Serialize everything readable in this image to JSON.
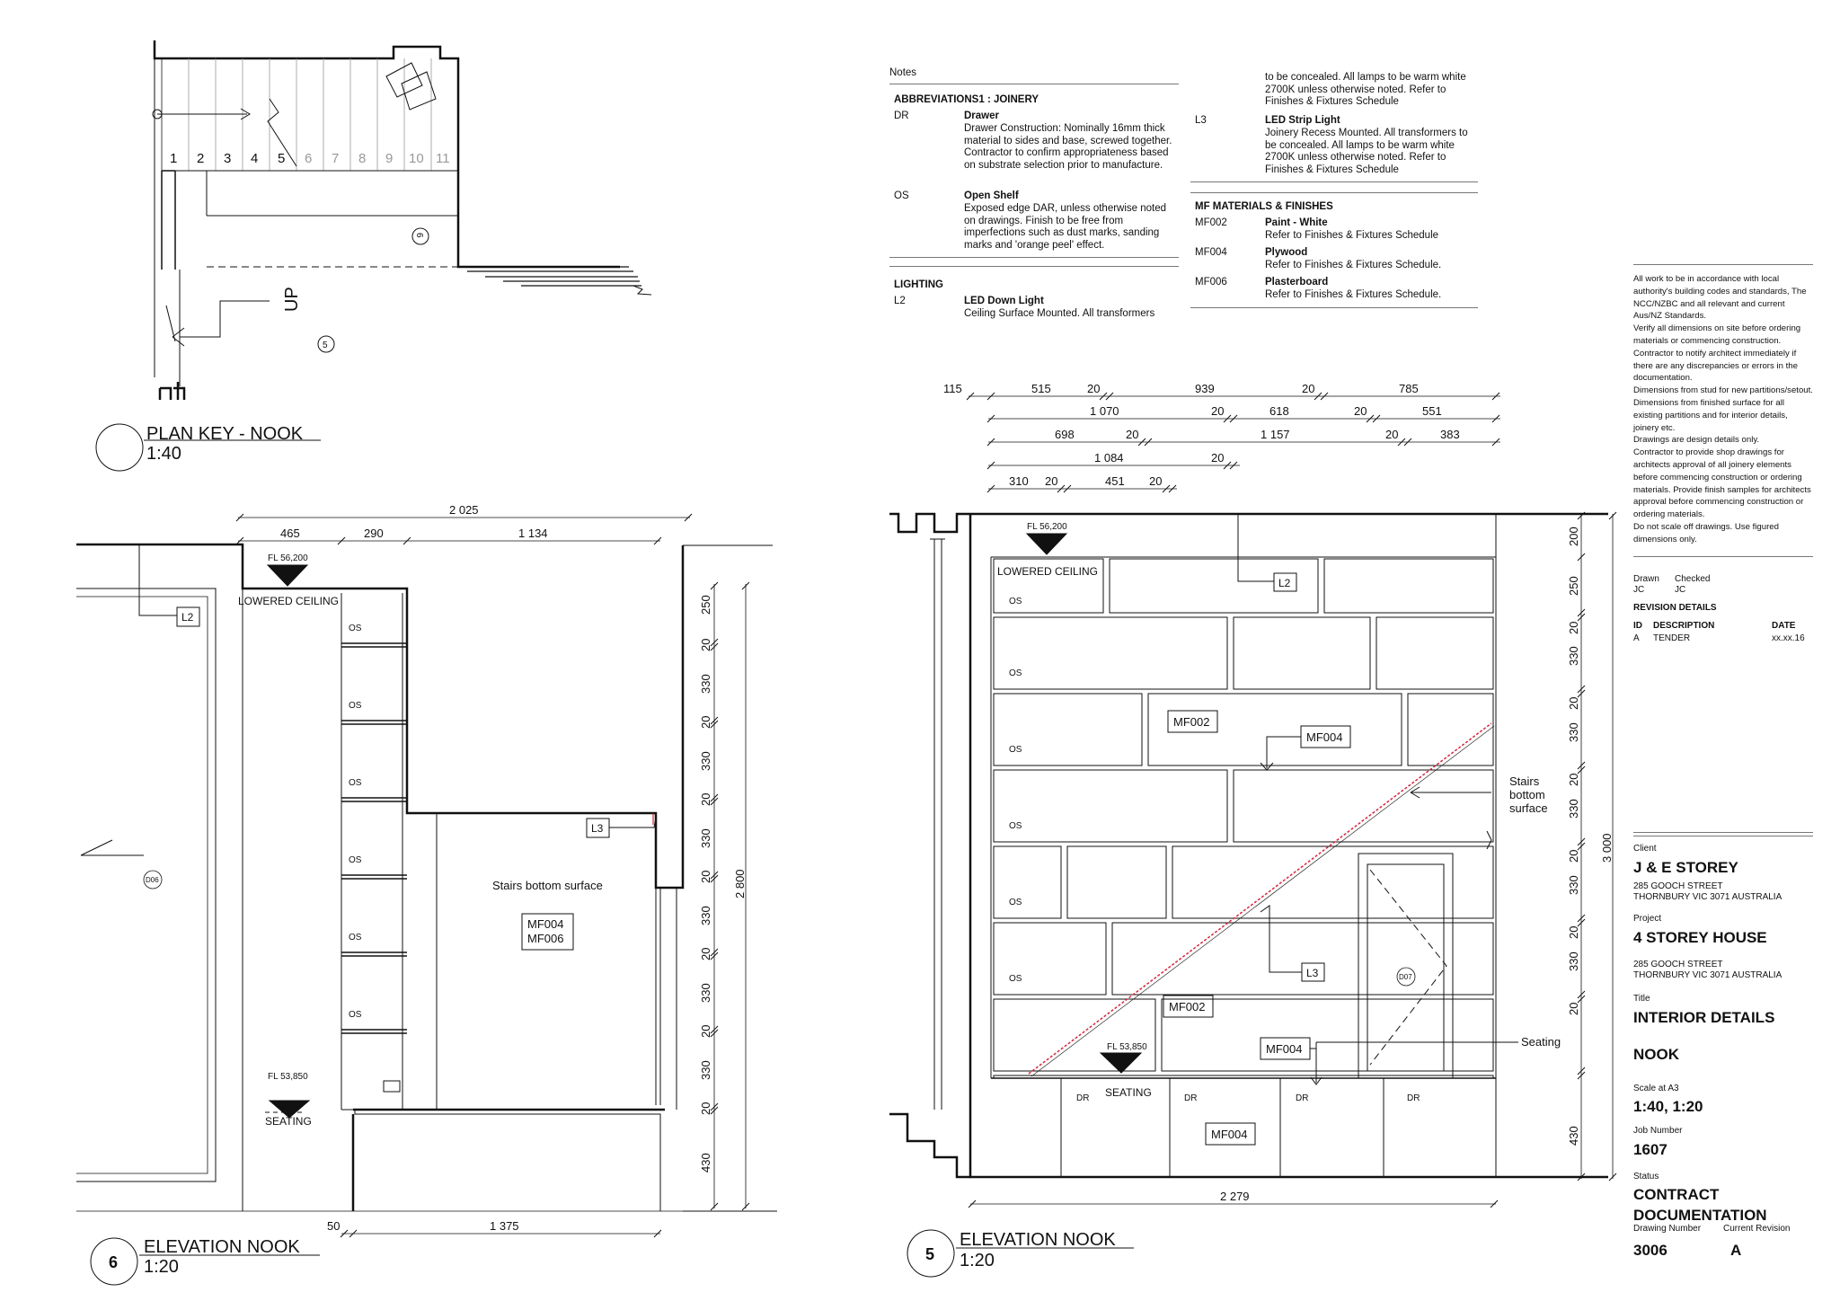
{
  "plan_key": {
    "title": "PLAN   KEY - NOOK",
    "scale": "1:40",
    "up_label": "UP",
    "steps": [
      "1",
      "2",
      "3",
      "4",
      "5",
      "6",
      "7",
      "8",
      "9",
      "10",
      "11"
    ],
    "markers": [
      "6",
      "5"
    ]
  },
  "elevation6": {
    "number": "6",
    "title": "ELEVATION   NOOK",
    "scale": "1:20",
    "dims_top": [
      "2 025",
      "465",
      "290",
      "1 134"
    ],
    "dims_right": [
      "250",
      "20",
      "330",
      "20",
      "330",
      "20",
      "330",
      "20",
      "330",
      "20",
      "330",
      "20",
      "330",
      "20",
      "430"
    ],
    "overall_height": "2 800",
    "dims_bottom": [
      "50",
      "1 375"
    ],
    "fl_top": "FL 56,200",
    "fl_bottom": "FL 53,850",
    "lowered_ceiling": "LOWERED CEILING",
    "seating": "SEATING",
    "os_labels": [
      "OS",
      "OS",
      "OS",
      "OS",
      "OS",
      "OS"
    ],
    "tag_l2": "L2",
    "tag_l3": "L3",
    "door_tag": "D06",
    "stairs_label": "Stairs bottom surface",
    "materials": [
      "MF004",
      "MF006"
    ]
  },
  "elevation5": {
    "number": "5",
    "title": "ELEVATION   NOOK",
    "scale": "1:20",
    "dim_rows": [
      [
        "115",
        "515",
        "20",
        "939",
        "20",
        "785"
      ],
      [
        "1 070",
        "20",
        "618",
        "20",
        "551"
      ],
      [
        "698",
        "20",
        "1 157",
        "20",
        "383"
      ],
      [
        "1 084",
        "20"
      ],
      [
        "310",
        "20",
        "451",
        "20"
      ]
    ],
    "dims_right": [
      "200",
      "250",
      "20",
      "330",
      "20",
      "330",
      "20",
      "330",
      "20",
      "330",
      "20",
      "330",
      "20",
      "430"
    ],
    "overall_height": "3 000",
    "dim_bottom": "2 279",
    "fl_top": "FL 56,200",
    "fl_bottom": "FL 53,850",
    "lowered_ceiling": "LOWERED CEILING",
    "seating": "SEATING",
    "seating_callout": "Seating",
    "os_labels": [
      "OS",
      "OS",
      "OS",
      "OS",
      "OS",
      "OS"
    ],
    "dr_labels": [
      "DR",
      "DR",
      "DR",
      "DR"
    ],
    "tags": {
      "l2": "L2",
      "l3": "L3",
      "mf002_a": "MF002",
      "mf004_a": "MF004",
      "mf002_b": "MF002",
      "mf004_b": "MF004",
      "mf004_c": "MF004"
    },
    "stairs_callout": [
      "Stairs",
      "bottom",
      "surface"
    ],
    "door_tag": "D07"
  },
  "notes": {
    "heading": "Notes",
    "joinery_heading": "ABBREVIATIONS1 : JOINERY",
    "joinery": [
      {
        "code": "DR",
        "title": "Drawer",
        "desc": "Drawer Construction: Nominally 16mm thick material to sides and base, screwed together.  Contractor to confirm appropriateness based on substrate selection prior to manufacture."
      },
      {
        "code": "OS",
        "title": "Open Shelf",
        "desc": "Exposed edge DAR, unless otherwise noted on drawings. Finish to be free from imperfections such as dust marks, sanding marks and 'orange peel' effect."
      }
    ],
    "lighting_heading": "LIGHTING",
    "l2": {
      "code": "L2",
      "title": "LED Down Light",
      "desc": "Ceiling Surface Mounted. All transformers"
    },
    "l2_cont": "to be concealed. All lamps to be warm white 2700K unless otherwise noted. Refer to Finishes & Fixtures Schedule",
    "l3": {
      "code": "L3",
      "title": "LED Strip Light",
      "desc": "Joinery Recess Mounted. All transformers to be concealed. All lamps to be warm white 2700K unless otherwise noted. Refer to Finishes & Fixtures Schedule"
    },
    "mf_heading": "MF MATERIALS & FINISHES",
    "mf": [
      {
        "code": "MF002",
        "title": "Paint - White",
        "desc": "Refer to Finishes & Fixtures Schedule"
      },
      {
        "code": "MF004",
        "title": "Plywood",
        "desc": "Refer to Finishes & Fixtures Schedule."
      },
      {
        "code": "MF006",
        "title": "Plasterboard",
        "desc": "Refer to Finishes & Fixtures Schedule."
      }
    ]
  },
  "titleblock": {
    "general_notes": "All work to be in accordance with local authority's building codes and standards, The NCC/NZBC and all relevant and current Aus/NZ Standards.\nVerify all dimensions on site before ordering materials or commencing construction.\nContractor to notify architect immediately if there are any discrepancies or errors in the documentation.\nDimensions from stud for new partitions/setout.\nDimensions from finished surface for all existing partitions and for interior details, joinery etc.\nDrawings are design details only.\nContractor to provide shop drawings for architects approval of all joinery elements before commencing construction or ordering materials. Provide finish samples for architects approval before commencing construction or ordering materials.\nDo not scale off drawings. Use figured dimensions only.",
    "drawn_label": "Drawn",
    "checked_label": "Checked",
    "drawn": "JC",
    "checked": "JC",
    "revision_heading": "REVISION DETAILS",
    "rev_cols": [
      "ID",
      "DESCRIPTION",
      "DATE"
    ],
    "rev_row": [
      "A",
      "TENDER",
      "xx.xx.16"
    ],
    "client_label": "Client",
    "client": "J & E STOREY",
    "client_address": "285 GOOCH STREET\nTHORNBURY VIC 3071 AUSTRALIA",
    "project_label": "Project",
    "project": "4 STOREY HOUSE",
    "project_address": "285 GOOCH STREET\nTHORNBURY VIC 3071 AUSTRALIA",
    "title_label": "Title",
    "title1": "INTERIOR DETAILS",
    "title2": "NOOK",
    "scale_label": "Scale at A3",
    "scale": "1:40, 1:20",
    "job_label": "Job Number",
    "job": "1607",
    "status_label": "Status",
    "status1": "CONTRACT",
    "status2": "DOCUMENTATION",
    "drawing_number_label": "Drawing Number",
    "revision_label": "Current Revision",
    "drawing_number": "3006",
    "revision": "A"
  }
}
